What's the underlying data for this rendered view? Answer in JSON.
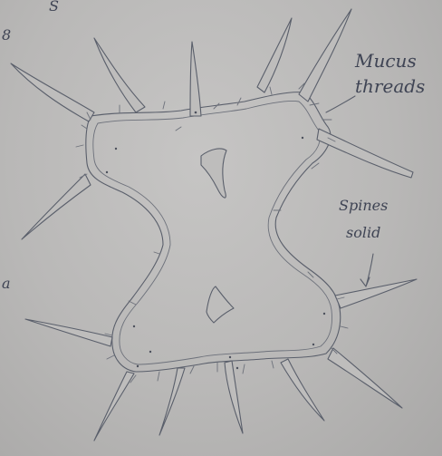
{
  "labels": {
    "mucus_threads_line1": "Mucus",
    "mucus_threads_line2": "threads",
    "spines_solid_line1": "Spines",
    "spines_solid_line2": "solid",
    "margin_top_left_1": "S",
    "margin_top_left_2": "8",
    "margin_left": "a"
  }
}
